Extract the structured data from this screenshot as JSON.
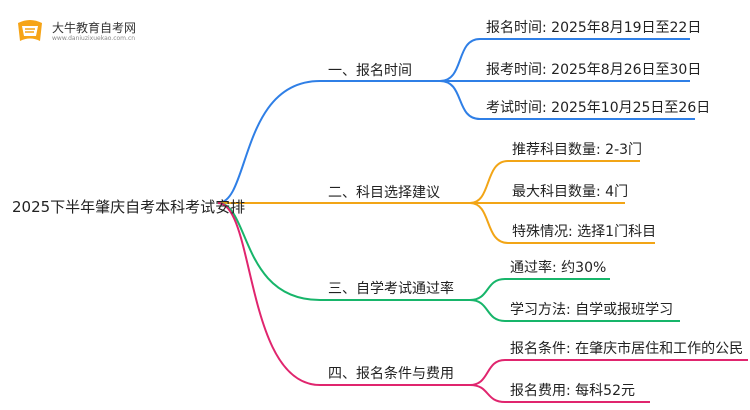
{
  "logo": {
    "name": "大牛教育自考网",
    "url": "www.daniuzixuekao.com.cn"
  },
  "root": "2025下半年肇庆自考本科考试安排",
  "branches": [
    {
      "label": "一、报名时间",
      "color": "#2f7fe6",
      "leaves": [
        "报名时间: 2025年8月19日至22日",
        "报考时间: 2025年8月26日至30日",
        "考试时间: 2025年10月25日至26日"
      ]
    },
    {
      "label": "二、科目选择建议",
      "color": "#f2a516",
      "leaves": [
        "推荐科目数量: 2-3门",
        "最大科目数量: 4门",
        "特殊情况: 选择1门科目"
      ]
    },
    {
      "label": "三、自学考试通过率",
      "color": "#17b56a",
      "leaves": [
        "通过率: 约30%",
        "学习方法: 自学或报班学习"
      ]
    },
    {
      "label": "四、报名条件与费用",
      "color": "#e0256e",
      "leaves": [
        "报名条件: 在肇庆市居住和工作的公民",
        "报名费用: 每科52元"
      ]
    }
  ]
}
